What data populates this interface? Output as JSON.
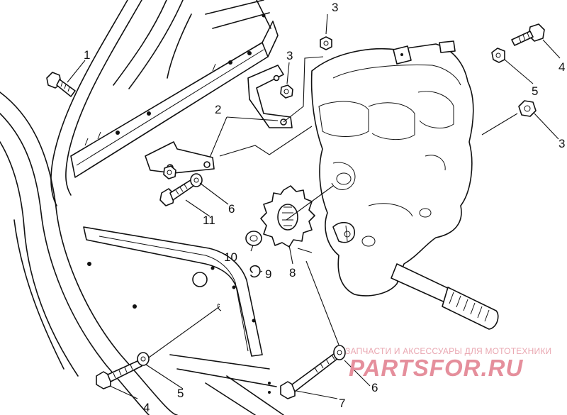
{
  "callouts": {
    "c1": "1",
    "c2": "2",
    "c3a": "3",
    "c3b": "3",
    "c3c": "3",
    "c4a": "4",
    "c4b": "4",
    "c5a": "5",
    "c5b": "5",
    "c6a": "6",
    "c6b": "6",
    "c7": "7",
    "c8": "8",
    "c9": "9",
    "c10": "10",
    "c11": "11"
  },
  "watermark": {
    "tagline": "ЗАПЧАСТИ И АКСЕССУАРЫ ДЛЯ МОТОТЕХНИКИ",
    "logo_a": "PARTS",
    "logo_b": "FOR",
    "logo_c": ".RU"
  },
  "colors": {
    "ink": "#111111",
    "watermark": "#e9a7b1",
    "watermark_logo": "#e58f9c"
  }
}
